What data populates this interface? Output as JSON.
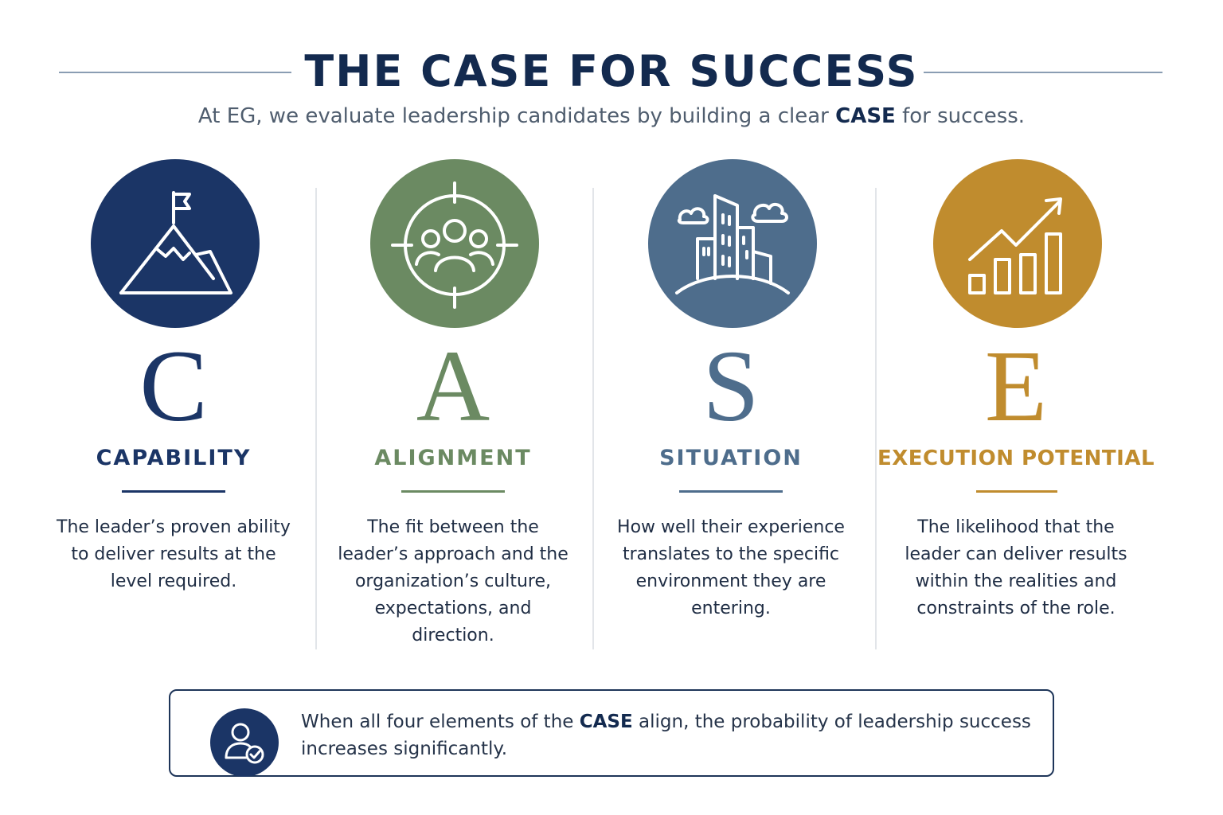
{
  "header": {
    "title": "THE CASE FOR SUCCESS",
    "subtitle_pre": "At EG, we evaluate leadership candidates by building a clear ",
    "subtitle_bold": "CASE",
    "subtitle_post": " for success."
  },
  "columns": [
    {
      "letter": "C",
      "name": "CAPABILITY",
      "color": "#1b3566",
      "icon": "mountain-flag-icon",
      "desc": "The leader’s proven ability to deliver results at the level required."
    },
    {
      "letter": "A",
      "name": "ALIGNMENT",
      "color": "#6b8a62",
      "icon": "target-people-icon",
      "desc": "The fit between the leader’s approach and the organization’s culture, expectations, and direction."
    },
    {
      "letter": "S",
      "name": "SITUATION",
      "color": "#4e6d8c",
      "icon": "city-skyline-icon",
      "desc": "How well their experience translates to the specific environment they are entering."
    },
    {
      "letter": "E",
      "name": "EXECUTION POTENTIAL",
      "color": "#c08c2e",
      "icon": "growth-chart-icon",
      "desc": "The likelihood that the leader can deliver results within the realities and constraints of the role."
    }
  ],
  "footer": {
    "icon": "user-check-icon",
    "text_pre": "When all four elements of the ",
    "text_bold": "CASE",
    "text_post": " align, the probability of leadership success increases significantly."
  }
}
